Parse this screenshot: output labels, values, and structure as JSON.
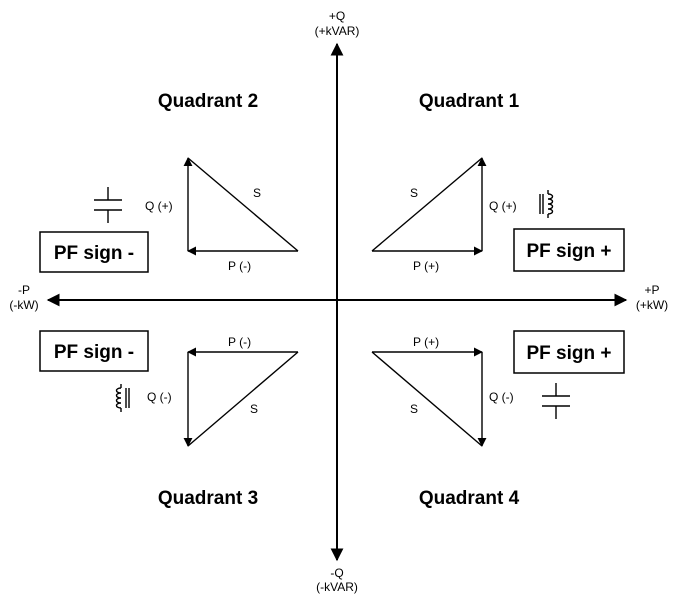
{
  "axes": {
    "top": {
      "symbol": "+Q",
      "unit": "(+kVAR)"
    },
    "bottom": {
      "symbol": "-Q",
      "unit": "(-kVAR)"
    },
    "left": {
      "symbol": "-P",
      "unit": "(-kW)"
    },
    "right": {
      "symbol": "+P",
      "unit": "(+kW)"
    }
  },
  "quadrants": {
    "q1": {
      "title": "Quadrant 1",
      "pf": "PF sign +",
      "hyp": "S",
      "vert": "Q (+)",
      "horiz": "P (+)",
      "load_icon": "inductor-icon"
    },
    "q2": {
      "title": "Quadrant 2",
      "pf": "PF sign -",
      "hyp": "S",
      "vert": "Q (+)",
      "horiz": "P (-)",
      "load_icon": "capacitor-icon"
    },
    "q3": {
      "title": "Quadrant 3",
      "pf": "PF sign -",
      "hyp": "S",
      "vert": "Q (-)",
      "horiz": "P (-)",
      "load_icon": "inductor-icon"
    },
    "q4": {
      "title": "Quadrant 4",
      "pf": "PF sign +",
      "hyp": "S",
      "vert": "Q (-)",
      "horiz": "P (+)",
      "load_icon": "capacitor-icon"
    }
  }
}
